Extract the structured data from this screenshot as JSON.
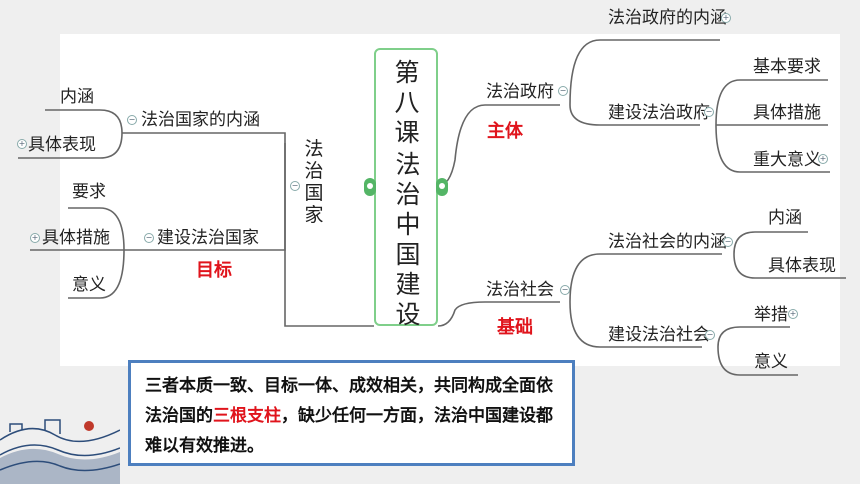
{
  "center": {
    "line1": "第八课",
    "line2": "法治中国建设"
  },
  "left": {
    "root": "法治国家",
    "branch1": {
      "label": "法治国家的内涵",
      "children": [
        "内涵",
        "具体表现"
      ]
    },
    "branch2": {
      "label": "建设法治国家",
      "children": [
        "要求",
        "具体措施",
        "意义"
      ]
    },
    "tag": "目标"
  },
  "right": {
    "gov": {
      "label": "法治政府",
      "tag": "主体",
      "children": [
        {
          "label": "法治政府的内涵"
        },
        {
          "label": "建设法治政府",
          "children": [
            "基本要求",
            "具体措施",
            "重大意义"
          ]
        }
      ]
    },
    "soc": {
      "label": "法治社会",
      "tag": "基础",
      "children": [
        {
          "label": "法治社会的内涵",
          "children": [
            "内涵",
            "具体表现"
          ]
        },
        {
          "label": "建设法治社会",
          "children": [
            "举措",
            "意义"
          ]
        }
      ]
    }
  },
  "note": {
    "part1": "三者本质一致、目标一体、成效相关，共同构成全面依法治国的",
    "highlight": "三根支柱",
    "part2": "，缺少任何一方面，法治中国建设都难以有效推进。"
  }
}
